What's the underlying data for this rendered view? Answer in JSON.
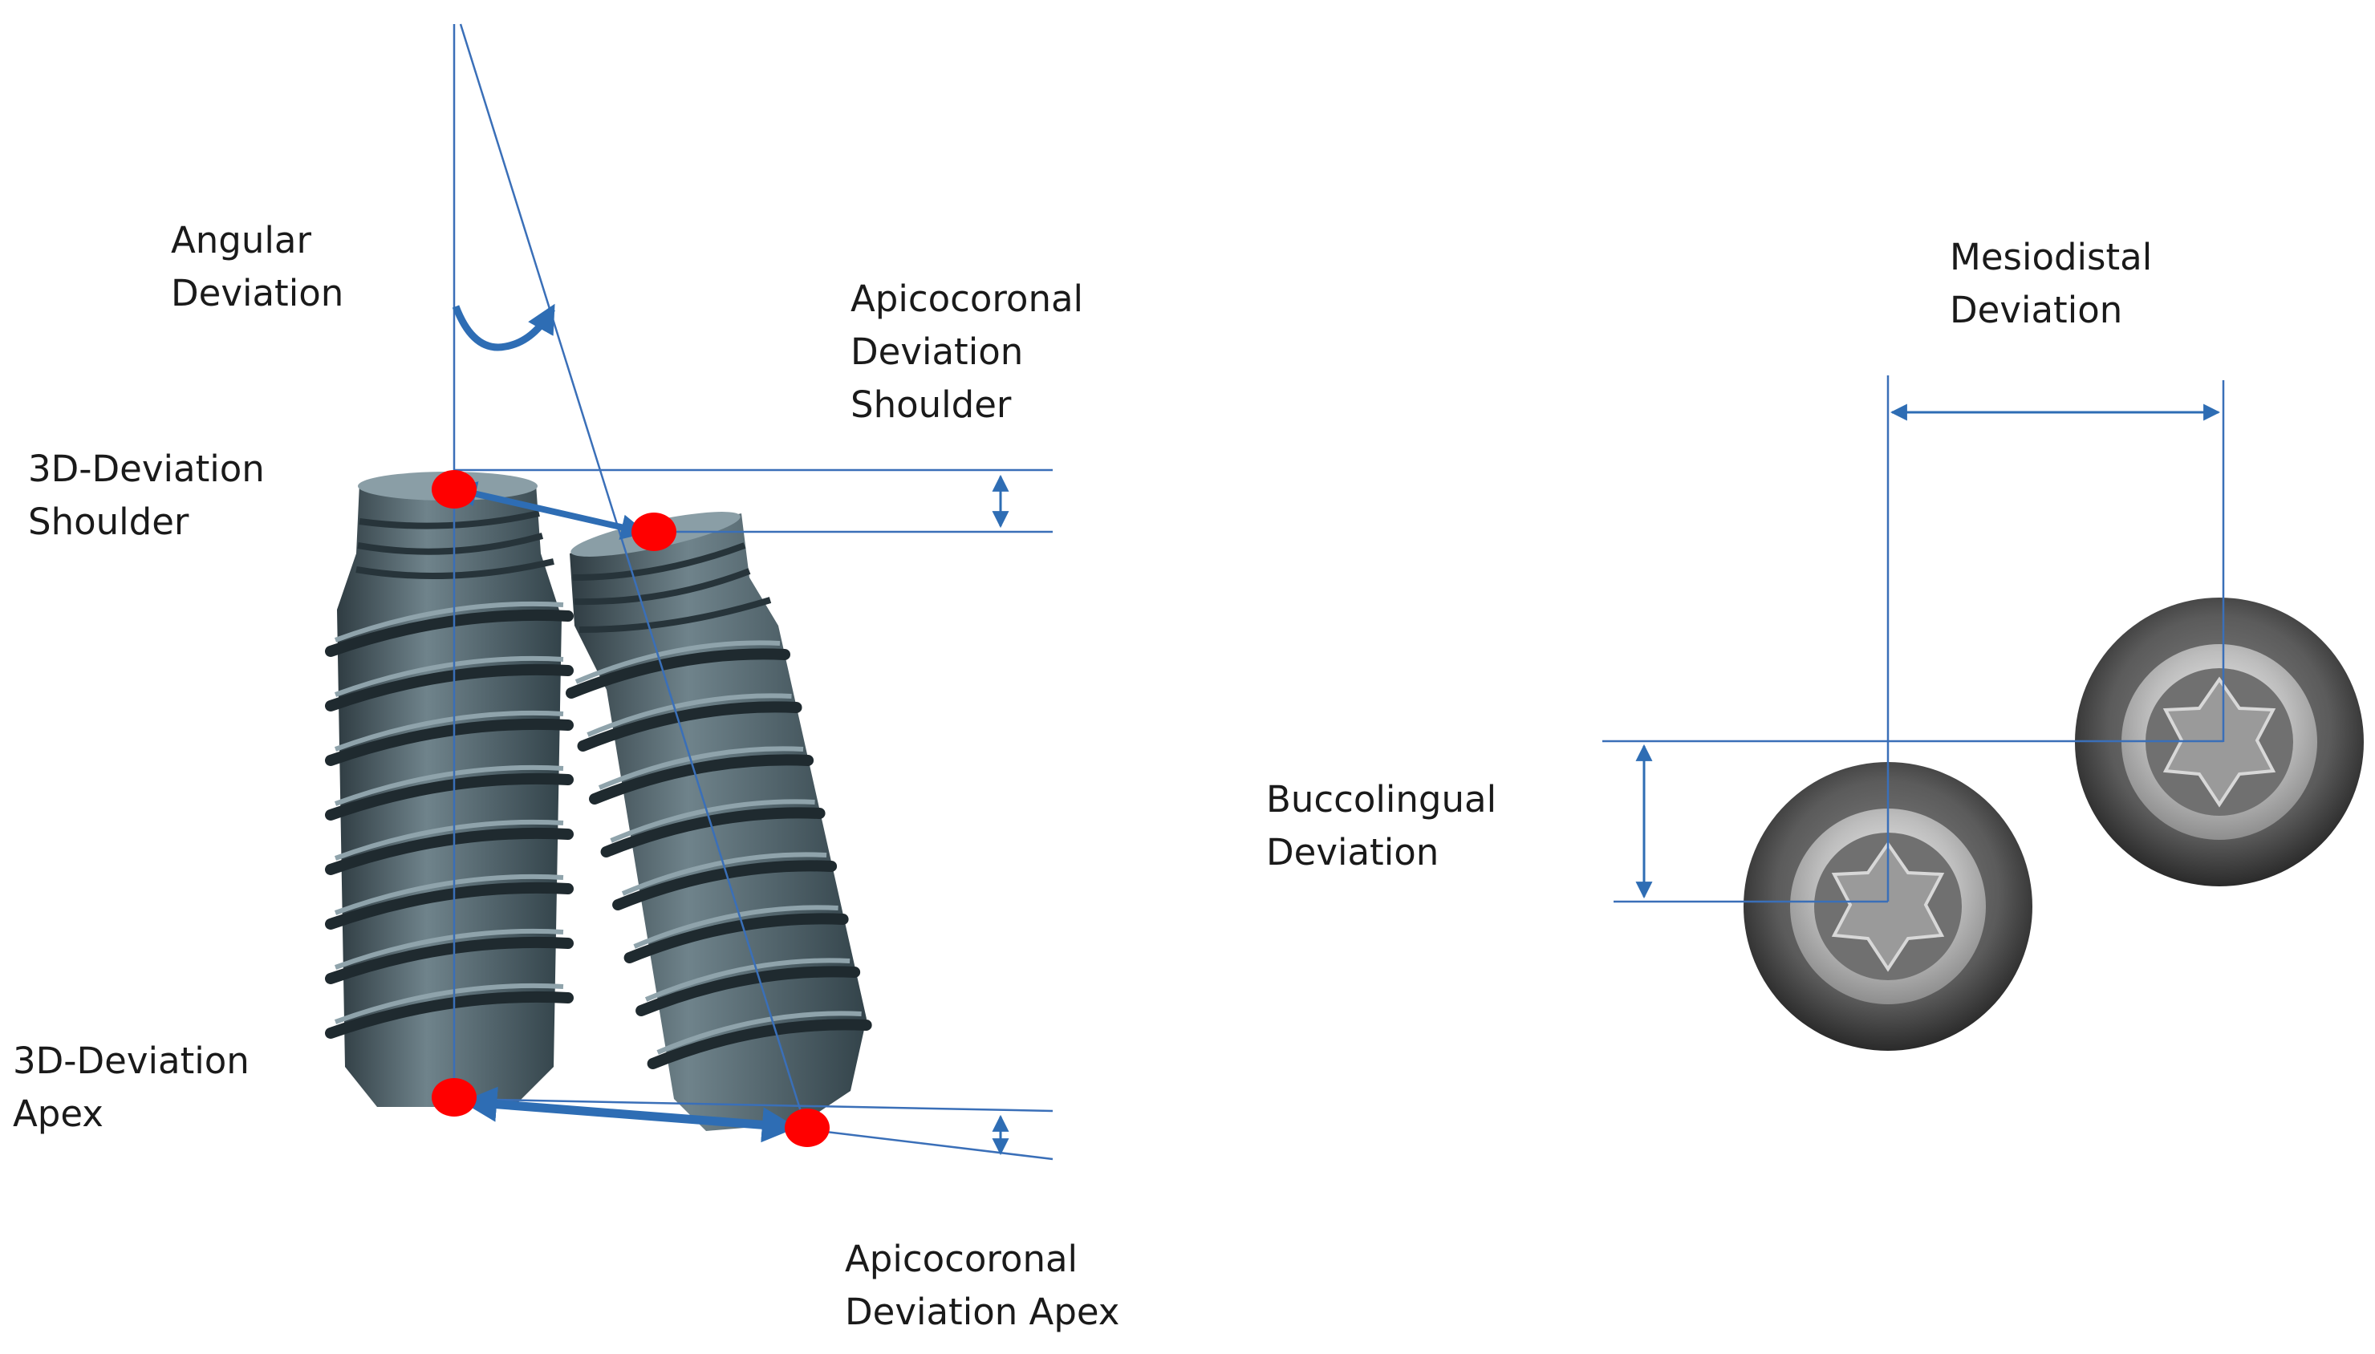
{
  "labels": {
    "angular": [
      "Angular",
      "Deviation"
    ],
    "apicocoronal_shoulder": [
      "Apicocoronal",
      "Deviation",
      "Shoulder"
    ],
    "deviation_3d_shoulder": [
      "3D-Deviation",
      "Shoulder"
    ],
    "deviation_3d_apex": [
      "3D-Deviation",
      "Apex"
    ],
    "apicocoronal_apex": [
      "Apicocoronal",
      "Deviation Apex"
    ],
    "mesiodistal": [
      "Mesiodistal",
      "Deviation"
    ],
    "buccolingual": [
      "Buccolingual",
      "Deviation"
    ]
  },
  "colors": {
    "guide_line": "#3a6fb8",
    "arrow": "#2e6db4",
    "measure_point": "#ff0000",
    "implant_body": "#4a5c64",
    "implant_dark": "#2f3c42",
    "implant_light": "#7a8d95",
    "cap_ring": "#5a5a5a",
    "cap_inner": "#c8c8c8"
  },
  "icons": [
    "implant-screw-icon",
    "implant-cap-icon",
    "measure-point-icon",
    "angle-arc-icon"
  ]
}
